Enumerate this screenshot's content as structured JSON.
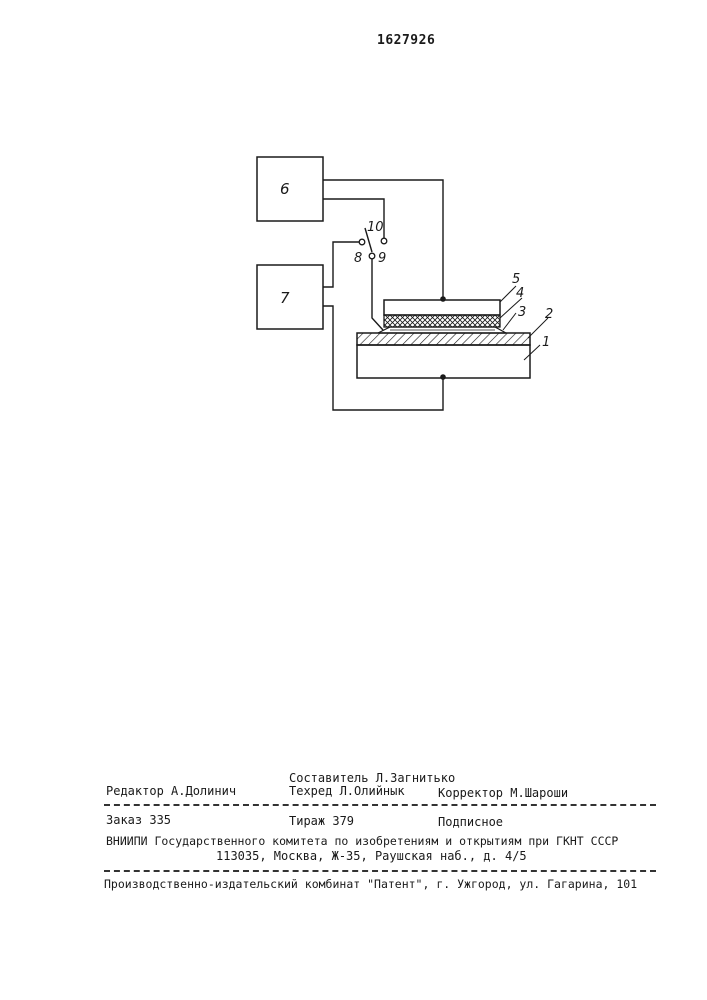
{
  "header": {
    "patent_number": "1627926"
  },
  "diagram": {
    "labels": {
      "l1": "1",
      "l2": "2",
      "l3": "3",
      "l4": "4",
      "l5": "5",
      "l6": "6",
      "l7": "7",
      "l8": "8",
      "l9": "9",
      "l10": "10"
    }
  },
  "colophon": {
    "compiler": "Составитель Л.Загнитько",
    "editor": "Редактор А.Долинич",
    "techred": "Техред  Л.Олийнык",
    "corrector": "Корректор  М.Шароши",
    "order": "Заказ 335",
    "circulation": "Тираж 379",
    "subscription": "Подписное",
    "institute": "ВНИИПИ Государственного комитета по изобретениям и открытиям при ГКНТ СССР",
    "address": "113035, Москва, Ж-35, Раушская наб., д. 4/5",
    "publisher": "Производственно-издательский комбинат \"Патент\", г. Ужгород, ул. Гагарина, 101"
  }
}
